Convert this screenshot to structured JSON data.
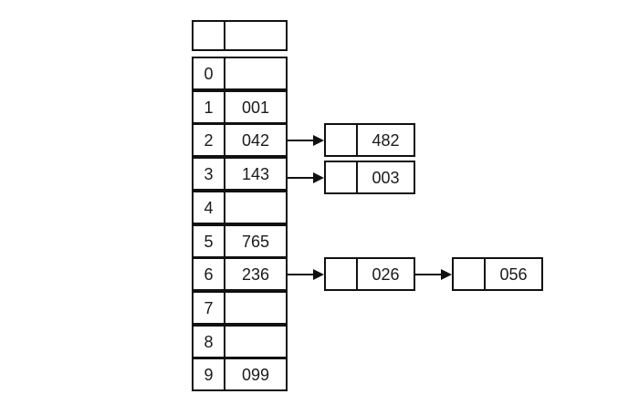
{
  "diagram": {
    "kind": "hash-table-with-chaining",
    "table": {
      "header": {
        "index_label": "",
        "value_label": ""
      },
      "rows": [
        {
          "index": "0",
          "value": ""
        },
        {
          "index": "1",
          "value": "001"
        },
        {
          "index": "2",
          "value": "042"
        },
        {
          "index": "3",
          "value": "143"
        },
        {
          "index": "4",
          "value": ""
        },
        {
          "index": "5",
          "value": "765"
        },
        {
          "index": "6",
          "value": "236"
        },
        {
          "index": "7",
          "value": ""
        },
        {
          "index": "8",
          "value": ""
        },
        {
          "index": "9",
          "value": "099"
        }
      ]
    },
    "chains": [
      {
        "from_index": "2",
        "nodes": [
          {
            "pointer": "",
            "value": "482"
          }
        ]
      },
      {
        "from_index": "3",
        "nodes": [
          {
            "pointer": "",
            "value": "003"
          }
        ]
      },
      {
        "from_index": "6",
        "nodes": [
          {
            "pointer": "",
            "value": "026"
          },
          {
            "pointer": "",
            "value": "056"
          }
        ]
      }
    ],
    "colors": {
      "border": "#111111",
      "background": "#ffffff",
      "text": "#1a1a1a"
    }
  }
}
